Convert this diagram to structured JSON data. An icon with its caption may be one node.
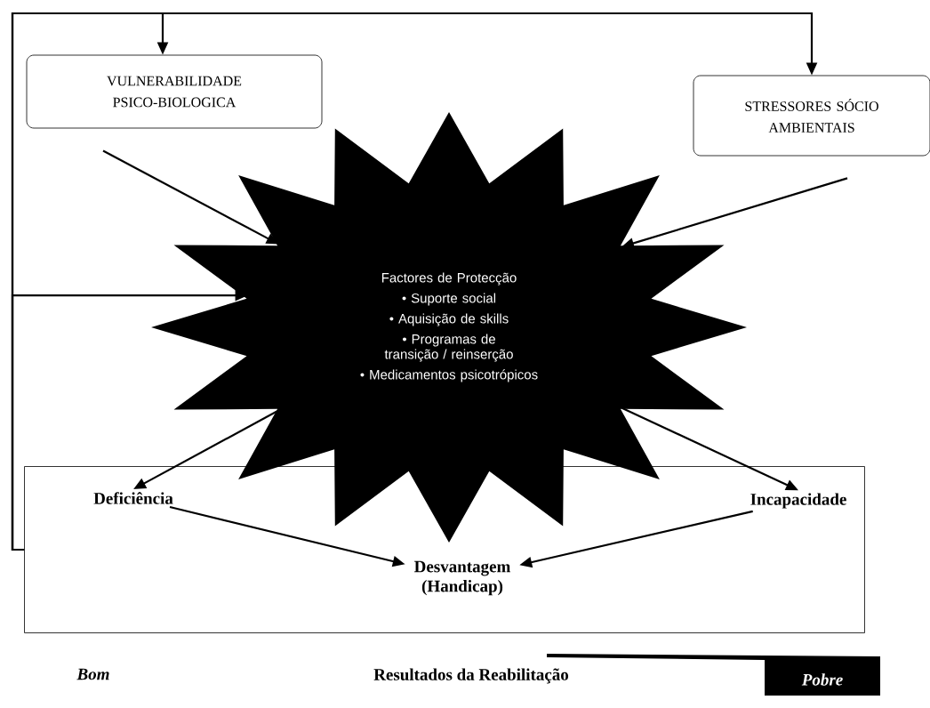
{
  "diagram": {
    "nodes": [
      {
        "text": [
          "VULNERABILIDADE PSICO-BIOLOGICA"
        ]
      },
      {
        "text": [
          "STRESSORES SÓCIO AMBIENTAIS"
        ]
      },
      {
        "text": [
          "Factores de Protecção",
          "• Suporte social",
          "• Aquisição de skills",
          "• Programas de transição / reinserção",
          "• Medicamentos psicotrópicos"
        ]
      },
      {
        "text": [],
        "shape": "box"
      },
      {
        "text": [
          "Deficiência"
        ],
        "in": 3
      },
      {
        "text": [
          "Desvantagem (Handicap)"
        ],
        "in": 3
      },
      {
        "text": [
          "Incapacidade"
        ],
        "in": 3
      }
    ],
    "edges": [
      {
        "from": 0,
        "to": 2,
        "arrow": "to"
      },
      {
        "from": 1,
        "to": 2,
        "arrow": "to"
      },
      {
        "from": 2,
        "to": 4,
        "arrow": "to"
      },
      {
        "from": 2,
        "to": 6,
        "arrow": "to"
      },
      {
        "from": 4,
        "to": 5,
        "arrow": "to"
      },
      {
        "from": 6,
        "to": 5,
        "arrow": "to"
      },
      {
        "from": 3,
        "to": 0,
        "arrow": "to"
      },
      {
        "from": 3,
        "to": 1,
        "arrow": "to"
      },
      {
        "from": 3,
        "to": 2,
        "arrow": "to"
      }
    ],
    "labels": [
      "Bom",
      "Resultados da Reabilitação",
      "Pobre"
    ]
  }
}
